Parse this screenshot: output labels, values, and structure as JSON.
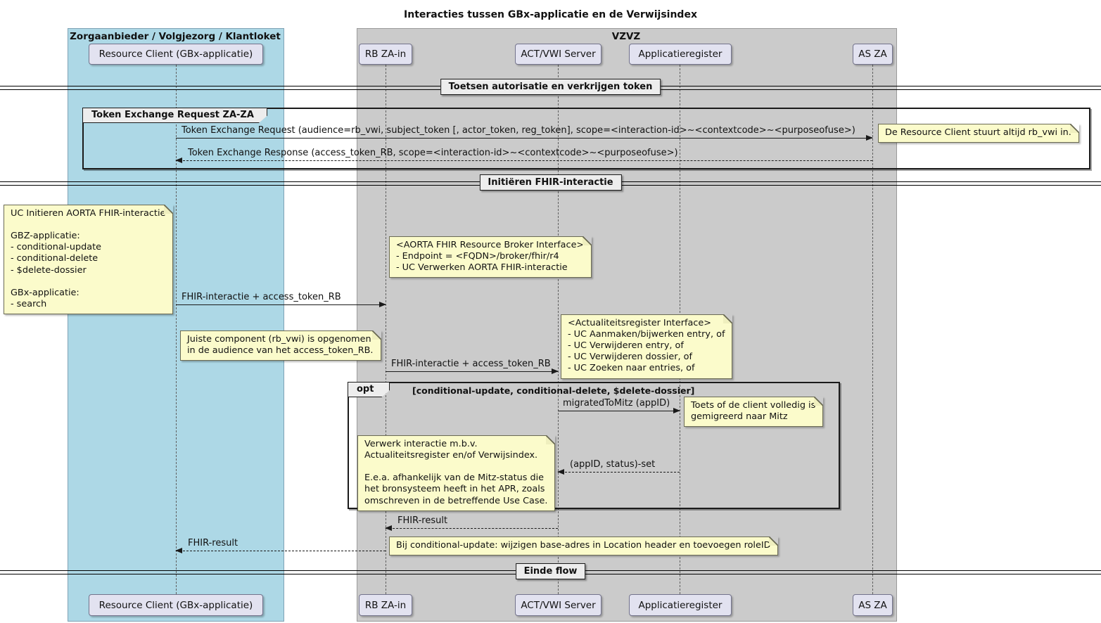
{
  "title": "Interacties tussen GBx-applicatie en de Verwijsindex",
  "groups": {
    "left": {
      "label": "Zorgaanbieder / Volgjezorg / Klantloket",
      "fill": "#ADD8E6"
    },
    "right": {
      "label": "VZVZ",
      "fill": "#CBCBCB"
    }
  },
  "participants": [
    {
      "label": "Resource Client (GBx-applicatie)"
    },
    {
      "label": "RB ZA-in"
    },
    {
      "label": "ACT/VWI Server"
    },
    {
      "label": "Applicatieregister"
    },
    {
      "label": "AS ZA"
    }
  ],
  "dividers": [
    {
      "label": "Toetsen autorisatie en verkrijgen token"
    },
    {
      "label": "Initiëren FHIR-interactie"
    },
    {
      "label": "Einde flow"
    }
  ],
  "frames": {
    "token_exchange": {
      "label": "Token Exchange Request ZA-ZA"
    },
    "opt": {
      "label": "opt",
      "guard": "[conditional-update, conditional-delete, $delete-dossier]"
    }
  },
  "messages": [
    {
      "text": "Token Exchange Request (audience=rb_vwi, subject_token [, actor_token, reg_token], scope=<interaction-id>~<contextcode>~<purposeofuse>)"
    },
    {
      "text": "Token Exchange Response (access_token_RB, scope=<interaction-id>~<contextcode>~<purposeofuse>)"
    },
    {
      "text": "FHIR-interactie + access_token_RB"
    },
    {
      "text": "FHIR-interactie + access_token_RB"
    },
    {
      "text": "migratedToMitz (appID)"
    },
    {
      "text": "(appID, status)-set"
    },
    {
      "text": "FHIR-result"
    },
    {
      "text": "FHIR-result"
    }
  ],
  "notes": {
    "resource_client": "De Resource Client stuurt altijd rb_vwi in.",
    "uc_initieren": "UC Initieren AORTA FHIR-interactie\n\nGBZ-applicatie:\n- conditional-update\n- conditional-delete\n- $delete-dossier\n\nGBx-applicatie:\n- search",
    "broker_interface": "<AORTA FHIR Resource Broker Interface>\n- Endpoint = <FQDN>/broker/fhir/r4\n- UC Verwerken AORTA FHIR-interactie",
    "juiste_component": "Juiste component (rb_vwi) is opgenomen\nin de audience van het access_token_RB.",
    "actualiteitsregister": "<Actualiteitsregister Interface>\n- UC Aanmaken/bijwerken entry, of\n- UC Verwijderen entry, of\n- UC Verwijderen dossier, of\n- UC Zoeken naar entries, of",
    "toets_mitz": "Toets of de client volledig is\ngemigreerd naar Mitz",
    "verwerk": "Verwerk interactie m.b.v.\nActualiteitsregister en/of Verwijsindex.\n\nE.e.a. afhankelijk van de Mitz-status die\nhet bronsysteem heeft in het APR, zoals\nomschreven in de betreffende Use Case.",
    "bij_conditional_update": "Bij conditional-update: wijzigen base-adres in Location header en toevoegen roleID"
  },
  "colors": {
    "group_left_fill": "#ADD8E6",
    "group_right_fill": "#CBCBCB",
    "participant_fill": "#E2E2F0",
    "note_fill": "#FBFBCB",
    "frame_label_fill": "#EDEDED",
    "line_color": "#1A1A1A"
  }
}
